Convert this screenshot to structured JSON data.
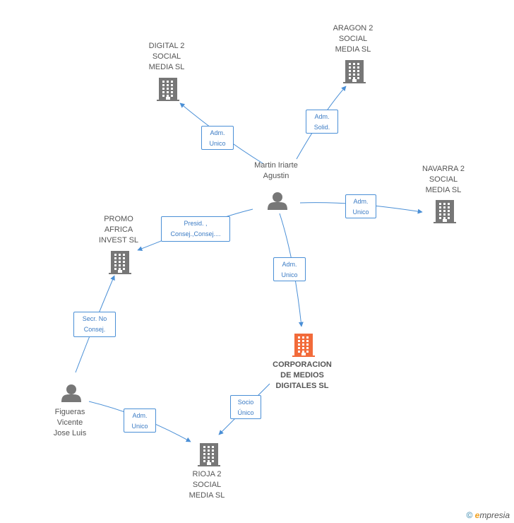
{
  "colors": {
    "edge": "#4a8fd6",
    "company": "#777777",
    "main_company": "#f26b3a",
    "person": "#777777"
  },
  "nodes": [
    {
      "id": "digital2",
      "kind": "company",
      "label_lines": [
        "DIGITAL 2",
        "SOCIAL",
        "MEDIA SL"
      ]
    },
    {
      "id": "aragon2",
      "kind": "company",
      "label_lines": [
        "ARAGON 2",
        "SOCIAL",
        "MEDIA SL"
      ]
    },
    {
      "id": "navarra2",
      "kind": "company",
      "label_lines": [
        "NAVARRA 2",
        "SOCIAL",
        "MEDIA SL"
      ]
    },
    {
      "id": "promo",
      "kind": "company",
      "label_lines": [
        "PROMO",
        "AFRICA",
        "INVEST  SL"
      ]
    },
    {
      "id": "corporacion",
      "kind": "main-company",
      "label_lines": [
        "CORPORACION",
        "DE MEDIOS",
        "DIGITALES SL"
      ]
    },
    {
      "id": "rioja2",
      "kind": "company",
      "label_lines": [
        "RIOJA 2",
        "SOCIAL",
        "MEDIA SL"
      ]
    },
    {
      "id": "martin",
      "kind": "person",
      "label_lines": [
        "Martin Iriarte",
        "Agustin"
      ]
    },
    {
      "id": "figueras",
      "kind": "person",
      "label_lines": [
        "Figueras",
        "Vicente",
        "Jose Luis"
      ]
    }
  ],
  "edges": [
    {
      "from": "martin",
      "to": "digital2",
      "label_lines": [
        "Adm.",
        "Unico"
      ]
    },
    {
      "from": "martin",
      "to": "aragon2",
      "label_lines": [
        "Adm.",
        "Solid."
      ]
    },
    {
      "from": "martin",
      "to": "navarra2",
      "label_lines": [
        "Adm.",
        "Unico"
      ]
    },
    {
      "from": "martin",
      "to": "promo",
      "label_lines": [
        "Presid. ,",
        "Consej.,Consej...."
      ]
    },
    {
      "from": "martin",
      "to": "corporacion",
      "label_lines": [
        "Adm.",
        "Unico"
      ]
    },
    {
      "from": "figueras",
      "to": "promo",
      "label_lines": [
        "Secr.  No",
        "Consej."
      ]
    },
    {
      "from": "figueras",
      "to": "rioja2",
      "label_lines": [
        "Adm.",
        "Unico"
      ]
    },
    {
      "from": "corporacion",
      "to": "rioja2",
      "label_lines": [
        "Socio",
        "Único"
      ]
    }
  ],
  "footer": {
    "copyright": "©",
    "brand_first": "e",
    "brand_rest": "mpresia"
  }
}
